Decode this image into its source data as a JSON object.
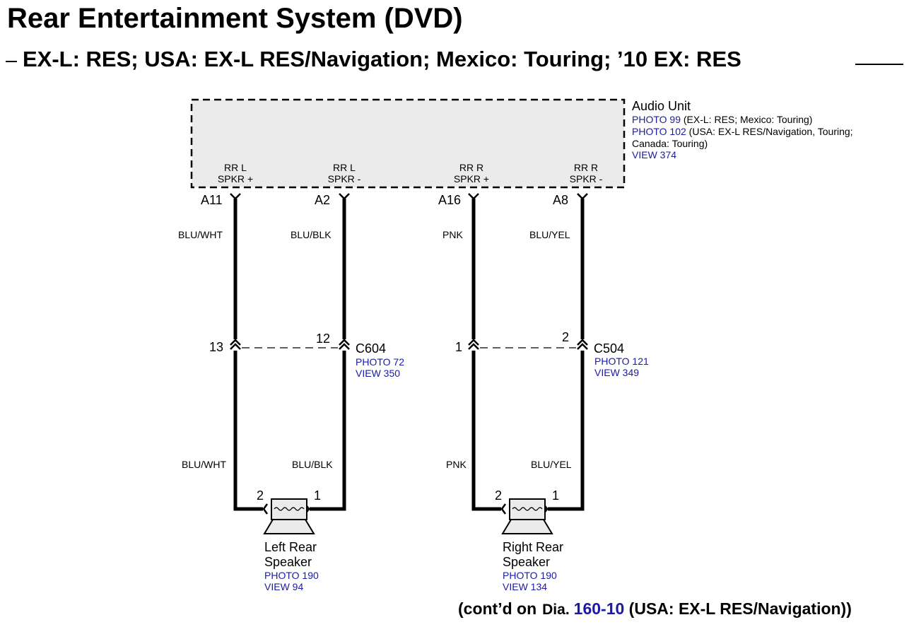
{
  "title": "Rear Entertainment System (DVD)",
  "subtitle": "EX-L: RES; USA: EX-L RES/Navigation; Mexico: Touring; ’10 EX: RES",
  "audio_unit": {
    "name": "Audio Unit",
    "refs": [
      {
        "link": "PHOTO 99",
        "text": " (EX-L: RES; Mexico: Touring)"
      },
      {
        "link": "PHOTO 102",
        "text": " (USA: EX-L RES/Navigation, Touring;"
      },
      {
        "link": "",
        "text": "Canada: Touring)"
      },
      {
        "link": "VIEW 374",
        "text": ""
      }
    ],
    "signals": [
      {
        "line1": "RR L",
        "line2": "SPKR +",
        "pin": "A11"
      },
      {
        "line1": "RR L",
        "line2": "SPKR -",
        "pin": "A2"
      },
      {
        "line1": "RR R",
        "line2": "SPKR +",
        "pin": "A16"
      },
      {
        "line1": "RR R",
        "line2": "SPKR -",
        "pin": "A8"
      }
    ]
  },
  "wires_upper": [
    "BLU/WHT",
    "BLU/BLK",
    "PNK",
    "BLU/YEL"
  ],
  "wires_lower": [
    "BLU/WHT",
    "BLU/BLK",
    "PNK",
    "BLU/YEL"
  ],
  "connectors": [
    {
      "name": "C604",
      "pins": [
        "13",
        "12"
      ],
      "photo": "PHOTO 72",
      "view": "VIEW 350"
    },
    {
      "name": "C504",
      "pins": [
        "1",
        "2"
      ],
      "photo": "PHOTO 121",
      "view": "VIEW 349"
    }
  ],
  "speakers": [
    {
      "name_line1": "Left Rear",
      "name_line2": "Speaker",
      "pin_left": "2",
      "pin_right": "1",
      "photo": "PHOTO 190",
      "view": "VIEW 94"
    },
    {
      "name_line1": "Right Rear",
      "name_line2": "Speaker",
      "pin_left": "2",
      "pin_right": "1",
      "photo": "PHOTO 190",
      "view": "VIEW 134"
    }
  ],
  "footer": {
    "prefix": "(cont’d on",
    "dia": "Dia.",
    "link": "160-10",
    "suffix": " (USA: EX-L RES/Navigation))"
  }
}
